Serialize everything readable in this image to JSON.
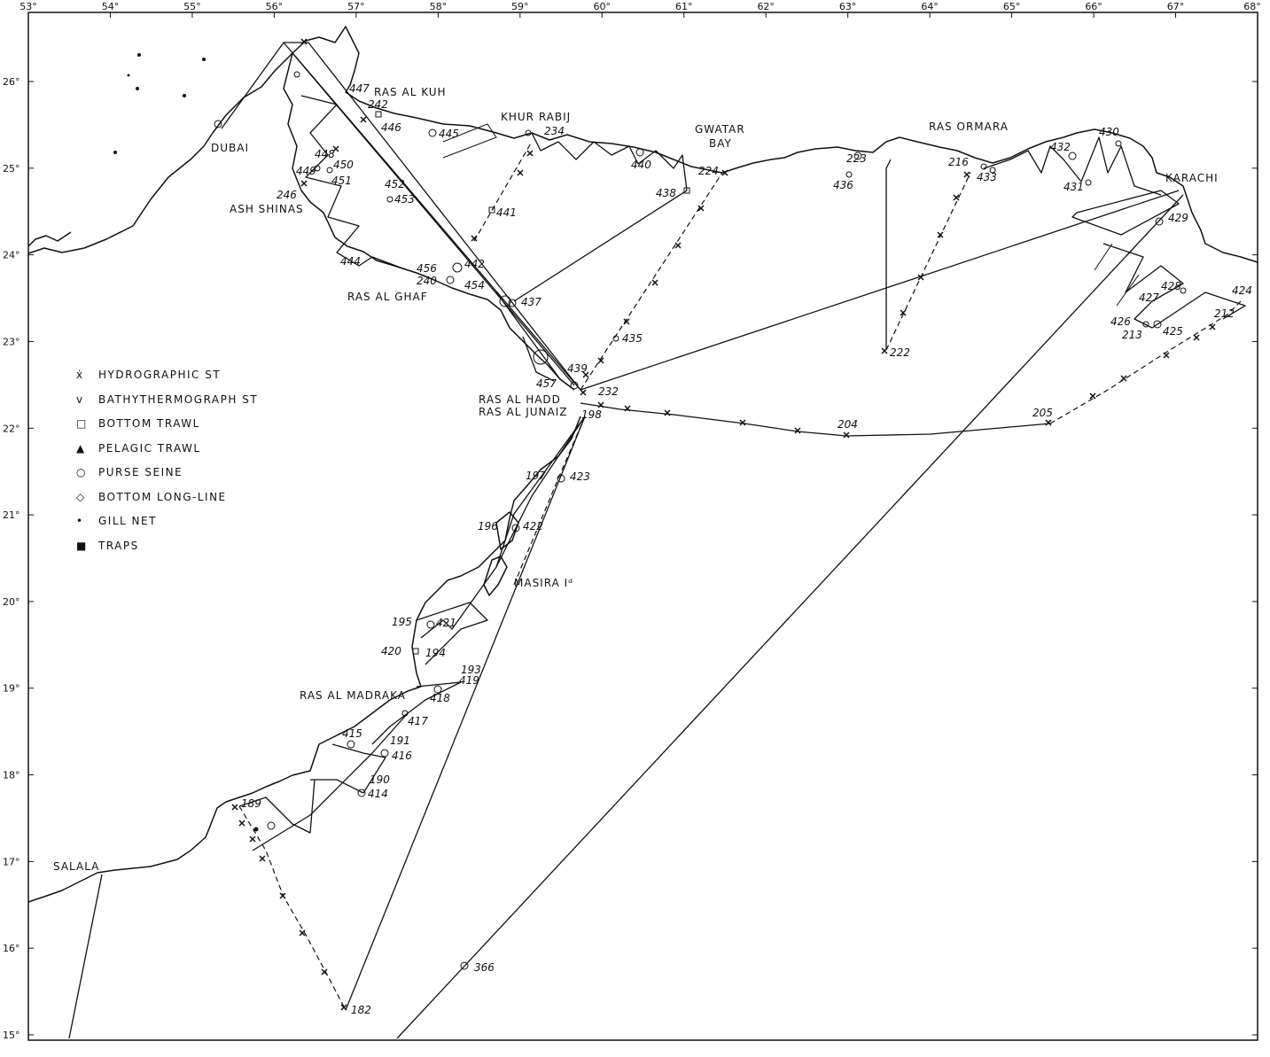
{
  "longitude_ticks": [
    "53°",
    "54°",
    "55°",
    "56°",
    "57°",
    "58°",
    "59°",
    "60°",
    "61°",
    "62°",
    "63°",
    "64°",
    "65°",
    "66°",
    "67°",
    "68°"
  ],
  "latitude_ticks": [
    "26°",
    "25°",
    "24°",
    "23°",
    "22°",
    "21°",
    "20°",
    "19°",
    "18°",
    "17°",
    "16°",
    "15°"
  ],
  "places": {
    "dubai": "DUBAI",
    "ras_al_kuh": "RAS AL KUH",
    "khur_rabij": "KHUR RABIJ",
    "gwatar_bay_1": "GWATAR",
    "gwatar_bay_2": "BAY",
    "ras_ormara": "RAS ORMARA",
    "karachi": "KARACHI",
    "ash_shinas": "ASH SHINAS",
    "ras_al_ghaf": "RAS AL GHAF",
    "ras_al_hadd": "RAS AL HADD",
    "ras_al_junaiz": "RAS AL JUNAIZ",
    "masira": "MASIRA Iᵈ",
    "ras_al_madraka": "RAS AL MADRAKA",
    "salala": "SALALA"
  },
  "legend": [
    {
      "symbol": "ẋ",
      "label": "HYDROGRAPHIC ST"
    },
    {
      "symbol": "v",
      "label": "BATHYTHERMOGRAPH ST"
    },
    {
      "symbol": "□",
      "label": "BOTTOM TRAWL"
    },
    {
      "symbol": "▲",
      "label": "PELAGIC TRAWL"
    },
    {
      "symbol": "○",
      "label": "PURSE SEINE"
    },
    {
      "symbol": "◇",
      "label": "BOTTOM LONG-LINE"
    },
    {
      "symbol": "•",
      "label": "GILL NET"
    },
    {
      "symbol": "■",
      "label": "TRAPS"
    }
  ],
  "stations": {
    "s242": "242",
    "s447": "447",
    "s446": "446",
    "s445": "445",
    "s234": "234",
    "s440": "440",
    "s224": "224",
    "s438": "438",
    "s441": "441",
    "s223": "223",
    "s436": "436",
    "s216": "216",
    "s433": "433",
    "s432": "432",
    "s430": "430",
    "s431": "431",
    "s429": "429",
    "s428": "428",
    "s427": "427",
    "s426": "426",
    "s424": "424",
    "s212": "212",
    "s213": "213",
    "s425": "425",
    "s222": "222",
    "s448": "448",
    "s449": "449",
    "s450": "450",
    "s451": "451",
    "s246": "246",
    "s452": "452",
    "s453": "453",
    "s444": "444",
    "s456": "456",
    "s240": "240",
    "s454": "454",
    "s442": "442",
    "s437": "437",
    "s435": "435",
    "s439": "439",
    "s457": "457",
    "s232": "232",
    "s198": "198",
    "s204": "204",
    "s205": "205",
    "s197": "197",
    "s423": "423",
    "s196": "196",
    "s422": "422",
    "s195": "195",
    "s421": "421",
    "s420": "420",
    "s194": "194",
    "s193": "193",
    "s419": "419",
    "s418": "418",
    "s417": "417",
    "s415": "415",
    "s191": "191",
    "s416": "416",
    "s190": "190",
    "s414": "414",
    "s189": "189",
    "s366": "366",
    "s182": "182"
  }
}
